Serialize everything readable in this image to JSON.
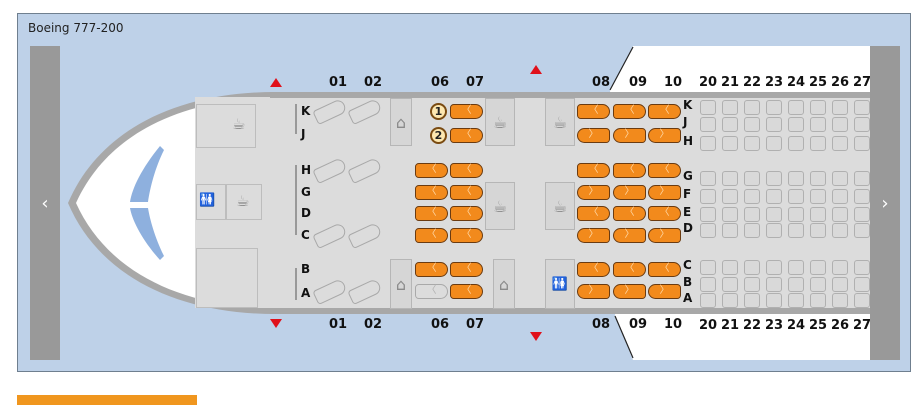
{
  "aircraft": {
    "title": "Boeing 777-200"
  },
  "nav": {
    "prev": "‹",
    "next": "›"
  },
  "icons": {
    "galley": "cup-icon",
    "closet": "hanger-icon",
    "lavatory": "lavatory-icon"
  },
  "colors": {
    "available": "#f28a1c",
    "selected": "#fde7b0",
    "background": "#bed1e8"
  },
  "columns": {
    "first": [
      "01",
      "02"
    ],
    "business_front": [
      "06",
      "07"
    ],
    "business_rear": [
      "08",
      "09",
      "10"
    ],
    "economy": [
      "20",
      "21",
      "22",
      "23",
      "24",
      "25",
      "26",
      "27"
    ]
  },
  "row_letters": {
    "front": [
      "K",
      "J",
      "H",
      "G",
      "D",
      "C",
      "B",
      "A"
    ],
    "rear": [
      "K",
      "J",
      "H",
      "G",
      "F",
      "E",
      "D",
      "C",
      "B",
      "A"
    ]
  },
  "seats": [
    {
      "col": "01",
      "row": "K",
      "status": "unavailable"
    },
    {
      "col": "02",
      "row": "K",
      "status": "unavailable"
    },
    {
      "col": "01",
      "row": "H",
      "status": "unavailable"
    },
    {
      "col": "02",
      "row": "H",
      "status": "unavailable"
    },
    {
      "col": "01",
      "row": "C",
      "status": "unavailable"
    },
    {
      "col": "02",
      "row": "C",
      "status": "unavailable"
    },
    {
      "col": "01",
      "row": "A",
      "status": "unavailable"
    },
    {
      "col": "02",
      "row": "A",
      "status": "unavailable"
    },
    {
      "col": "06",
      "row": "K",
      "status": "selected",
      "label": "1"
    },
    {
      "col": "07",
      "row": "K",
      "status": "available"
    },
    {
      "col": "06",
      "row": "J",
      "status": "selected",
      "label": "2"
    },
    {
      "col": "07",
      "row": "J",
      "status": "available"
    },
    {
      "col": "06",
      "row": "H",
      "status": "available"
    },
    {
      "col": "07",
      "row": "H",
      "status": "available"
    },
    {
      "col": "06",
      "row": "G",
      "status": "available"
    },
    {
      "col": "07",
      "row": "G",
      "status": "available"
    },
    {
      "col": "06",
      "row": "D",
      "status": "available"
    },
    {
      "col": "07",
      "row": "D",
      "status": "available"
    },
    {
      "col": "06",
      "row": "C",
      "status": "available"
    },
    {
      "col": "07",
      "row": "C",
      "status": "available"
    },
    {
      "col": "06",
      "row": "B",
      "status": "available"
    },
    {
      "col": "07",
      "row": "B",
      "status": "available"
    },
    {
      "col": "06",
      "row": "A",
      "status": "unavailable"
    },
    {
      "col": "07",
      "row": "A",
      "status": "available"
    },
    {
      "col": "08",
      "row": "K",
      "status": "available"
    },
    {
      "col": "09",
      "row": "K",
      "status": "available"
    },
    {
      "col": "10",
      "row": "K",
      "status": "available"
    },
    {
      "col": "08",
      "row": "H",
      "status": "available"
    },
    {
      "col": "09",
      "row": "H",
      "status": "available"
    },
    {
      "col": "10",
      "row": "H",
      "status": "available"
    },
    {
      "col": "08",
      "row": "G",
      "status": "available"
    },
    {
      "col": "09",
      "row": "G",
      "status": "available"
    },
    {
      "col": "10",
      "row": "G",
      "status": "available"
    },
    {
      "col": "08",
      "row": "F",
      "status": "available"
    },
    {
      "col": "09",
      "row": "F",
      "status": "available"
    },
    {
      "col": "10",
      "row": "F",
      "status": "available"
    },
    {
      "col": "08",
      "row": "E",
      "status": "available"
    },
    {
      "col": "09",
      "row": "E",
      "status": "available"
    },
    {
      "col": "10",
      "row": "E",
      "status": "available"
    },
    {
      "col": "08",
      "row": "D",
      "status": "available"
    },
    {
      "col": "09",
      "row": "D",
      "status": "available"
    },
    {
      "col": "10",
      "row": "D",
      "status": "available"
    },
    {
      "col": "08",
      "row": "C",
      "status": "available"
    },
    {
      "col": "09",
      "row": "C",
      "status": "available"
    },
    {
      "col": "10",
      "row": "C",
      "status": "available"
    },
    {
      "col": "08",
      "row": "A",
      "status": "available"
    },
    {
      "col": "09",
      "row": "A",
      "status": "available"
    },
    {
      "col": "10",
      "row": "A",
      "status": "available"
    }
  ]
}
